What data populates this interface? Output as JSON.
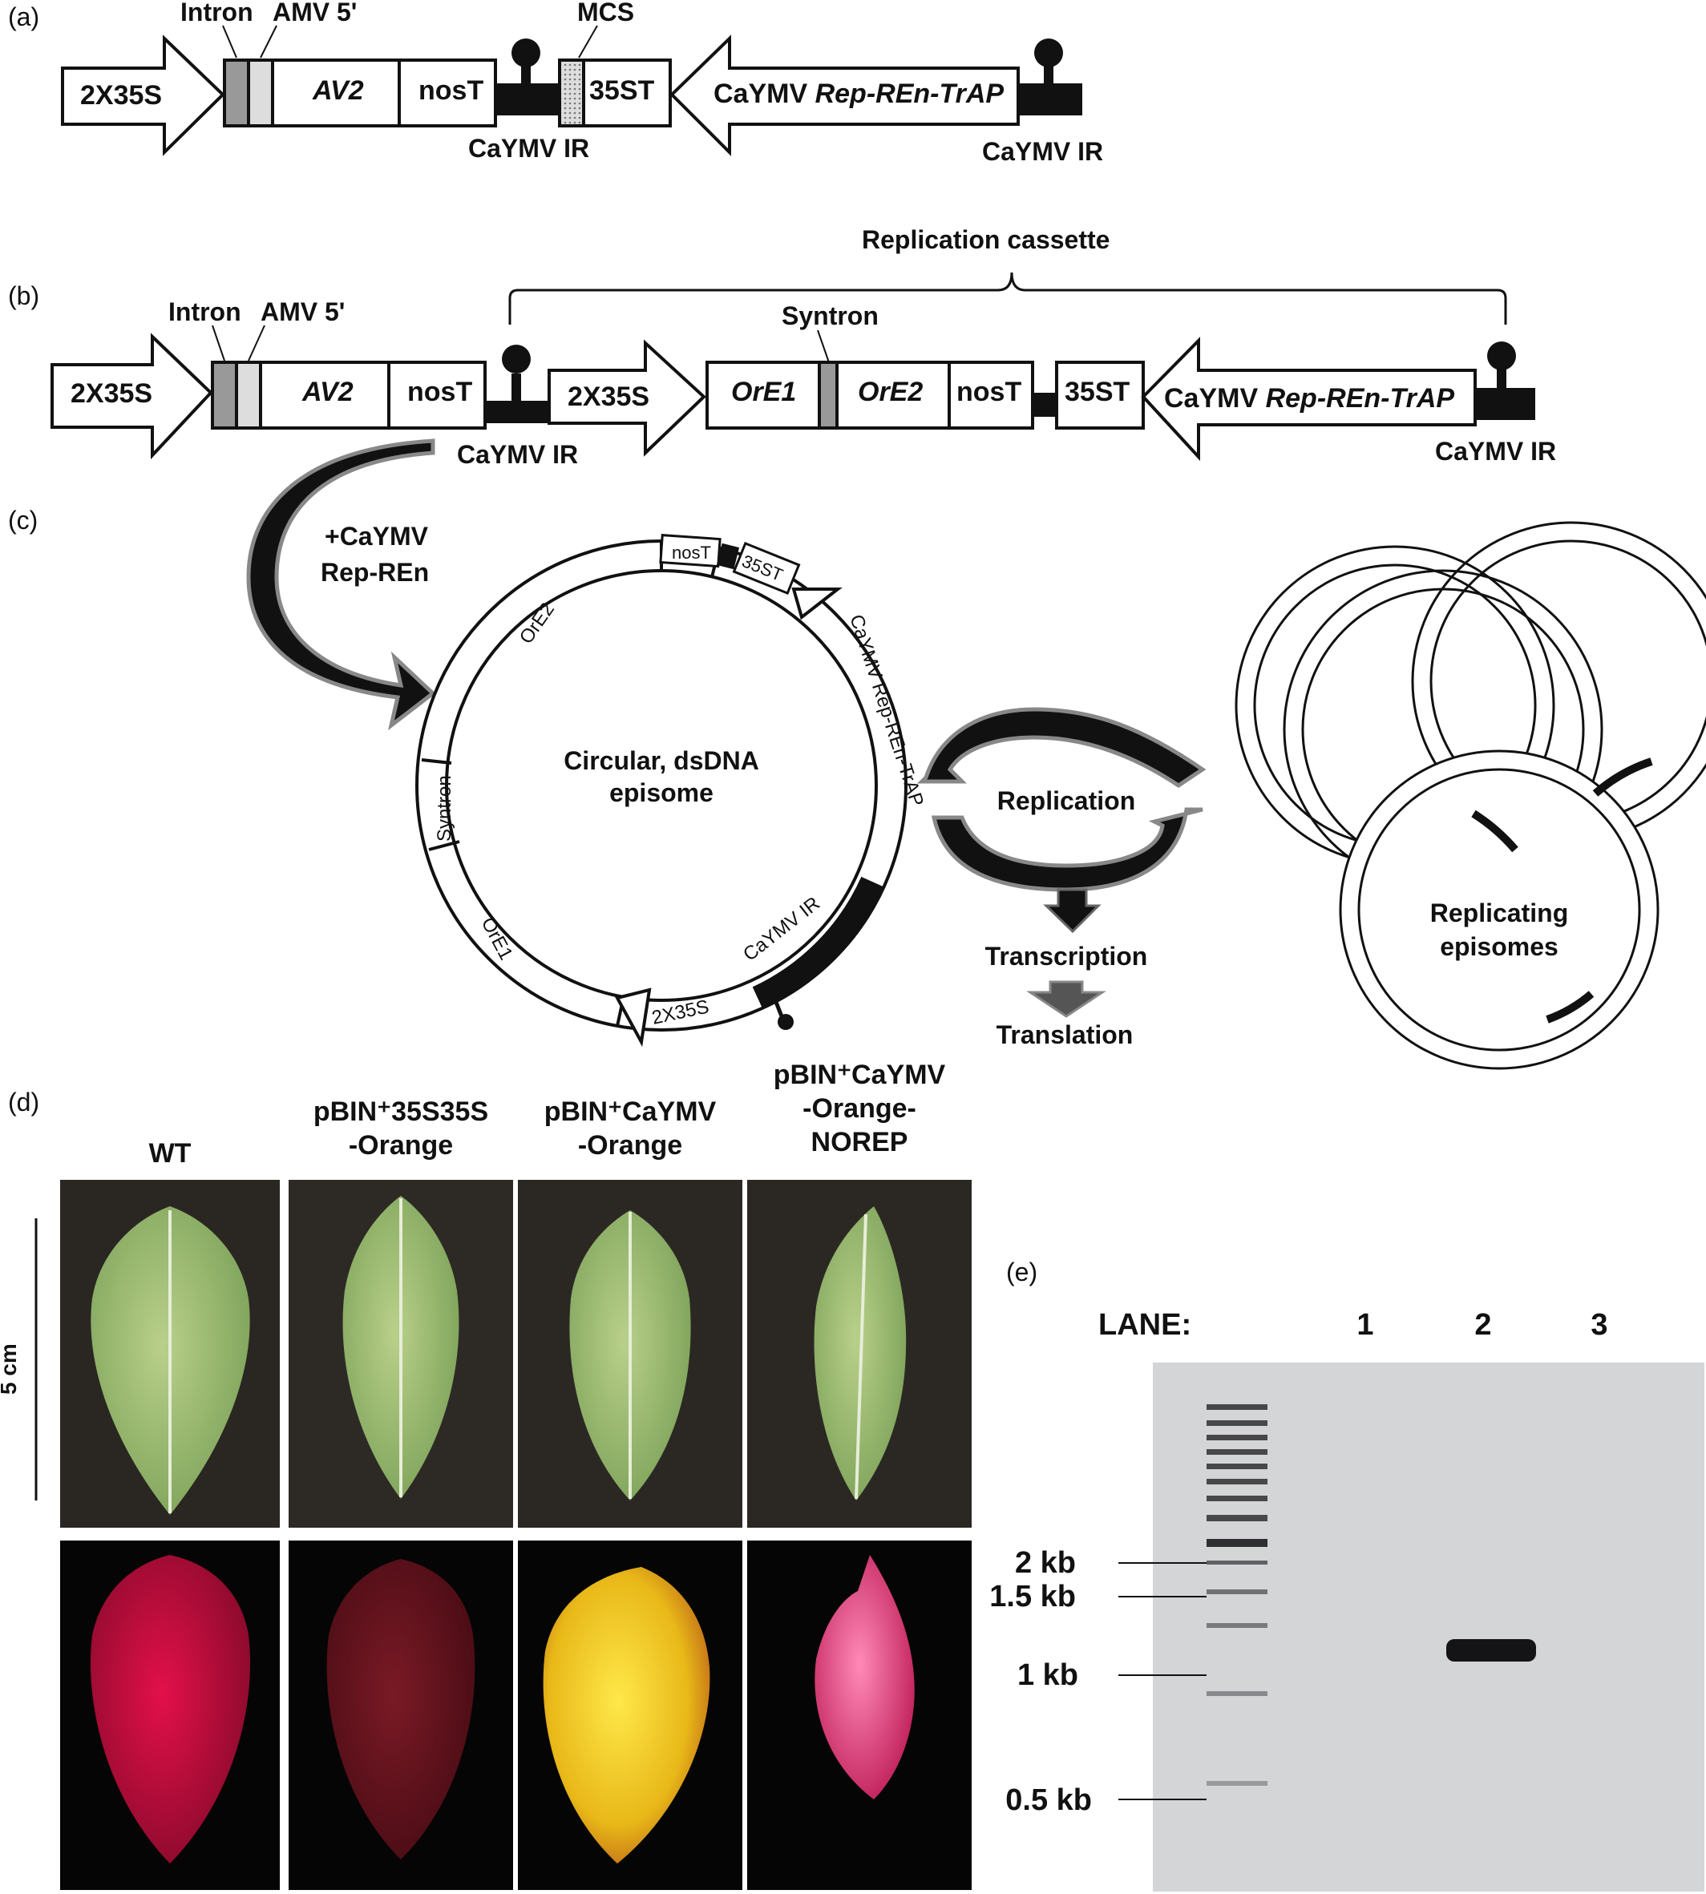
{
  "panels": {
    "a": "(a)",
    "b": "(b)",
    "c": "(c)",
    "d": "(d)",
    "e": "(e)"
  },
  "a": {
    "intron": "Intron",
    "amv": "AMV 5'",
    "mcs": "MCS",
    "promoter": "2X35S",
    "av2": "AV2",
    "nost": "nosT",
    "t35st": "35ST",
    "rep_plain": "CaYMV ",
    "rep_italic": "Rep-REn-TrAP",
    "ir1": "CaYMV IR",
    "ir2": "CaYMV IR"
  },
  "b": {
    "cassette": "Replication cassette",
    "intron": "Intron",
    "amv": "AMV 5'",
    "syntron": "Syntron",
    "promoter1": "2X35S",
    "av2": "AV2",
    "nost1": "nosT",
    "promoter2": "2X35S",
    "ore1": "OrE1",
    "ore2": "OrE2",
    "nost2": "nosT",
    "t35st": "35ST",
    "rep_plain": "CaYMV ",
    "rep_italic": "Rep-REn-TrAP",
    "ir1": "CaYMV IR",
    "ir2": "CaYMV IR"
  },
  "c": {
    "plus1": "+CaYMV",
    "plus2": "Rep-REn",
    "center1": "Circular, dsDNA",
    "center2": "episome",
    "nost": "nosT",
    "t35st": "35ST",
    "ore2": "OrE2",
    "syntron": "Syntron",
    "ore1": "OrE1",
    "promoter": "2X35S",
    "ir": "CaYMV IR",
    "rep": "CaYMV Rep-REn-TrAP",
    "replication": "Replication",
    "transcription": "Transcription",
    "translation": "Translation",
    "replicating1": "Replicating",
    "replicating2": "episomes"
  },
  "d": {
    "scale": "5 cm",
    "col1": [
      "WT"
    ],
    "col2": [
      "pBIN⁺35S35S",
      "-Orange"
    ],
    "col3": [
      "pBIN⁺CaYMV",
      "-Orange"
    ],
    "col4": [
      "pBIN⁺CaYMV",
      "-Orange-",
      "NOREP"
    ]
  },
  "e": {
    "lane_label": "LANE:",
    "lanes": [
      "1",
      "2",
      "3"
    ],
    "markers": [
      "2 kb",
      "1.5 kb",
      "1 kb",
      "0.5 kb"
    ]
  }
}
